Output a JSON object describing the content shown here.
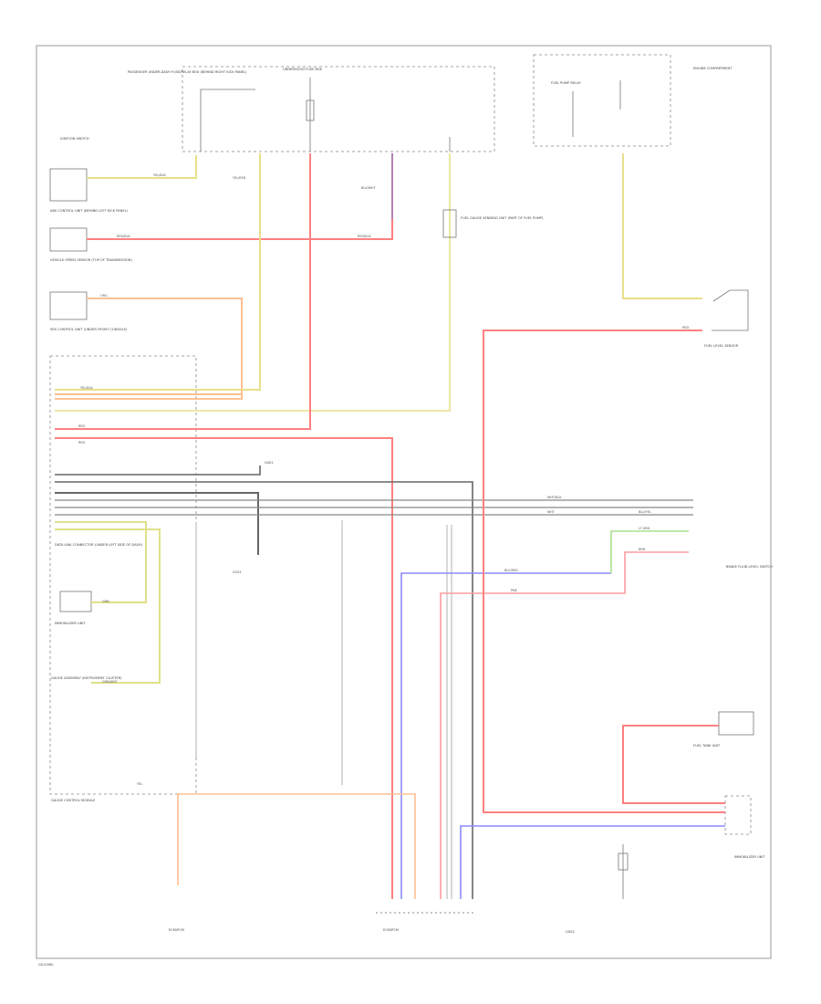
{
  "title": "",
  "components": {
    "underhood_fuse_box": "UNDERHOOD FUSE BOX",
    "passenger_fuse_box": "PASSENGER UNDER-DASH FUSE/RELAY BOX (BEHIND RIGHT KICK PANEL)",
    "fuel_pump_relay": "FUEL PUMP RELAY",
    "engine_control_module": "ENGINE COMPARTMENT",
    "ignition_switch": "IGNITION SWITCH",
    "abs_control_unit": "ABS CONTROL UNIT (BEHIND LEFT KICK PANEL)",
    "vehicle_speed_sensor": "VEHICLE SPEED SENSOR (TOP OF TRANSMISSION)",
    "srs_control_unit": "SRS CONTROL UNIT (UNDER FRONT CONSOLE)",
    "data_link_connector": "DATA LINK CONNECTOR (UNDER LEFT SIDE OF DASH)",
    "gauge_control_module": "GAUGE CONTROL MODULE",
    "fuel_level_sensor": "FUEL LEVEL SENSOR",
    "ground_g401": "G401",
    "ground_g101": "G101",
    "ground_g502": "G502",
    "fuel_gauge_sending_unit": "FUEL GAUGE SENDING UNIT (PART OF FUEL PUMP)",
    "immobilizer_unit": "IMMOBILIZER UNIT",
    "fuel_tank_unit": "FUEL TANK UNIT",
    "instrument_cluster": "GAUGE ASSEMBLY (INSTRUMENT CLUSTER)",
    "brake_fluid_switch": "BRAKE FLUID LEVEL SWITCH",
    "ecm_pcm": "ECM/PCM",
    "footer_code": "G012060"
  },
  "wires": {
    "yel_blk": "YEL/BLK",
    "yel_red": "YEL/RED",
    "blk": "BLK",
    "red_blk": "RED/BLK",
    "blu_wht": "BLU/WHT",
    "wht": "WHT",
    "red": "RED",
    "org": "ORG",
    "yel": "YEL",
    "grn": "GRN",
    "grn_wht": "GRN/WHT",
    "pnk": "PNK",
    "brn": "BRN",
    "blu_red": "BLU/RED",
    "lt_grn": "LT GRN",
    "wht_blk": "WHT/BLK",
    "blu_yel": "BLU/YEL"
  },
  "colors": {
    "red": "#ff8080",
    "yellow": "#e8df8a",
    "orange": "#ffc090",
    "gray": "#666666",
    "blue": "#8a8aff",
    "green": "#a8e08a",
    "purple": "#a080c0",
    "lightgray": "#c8c8c8"
  }
}
